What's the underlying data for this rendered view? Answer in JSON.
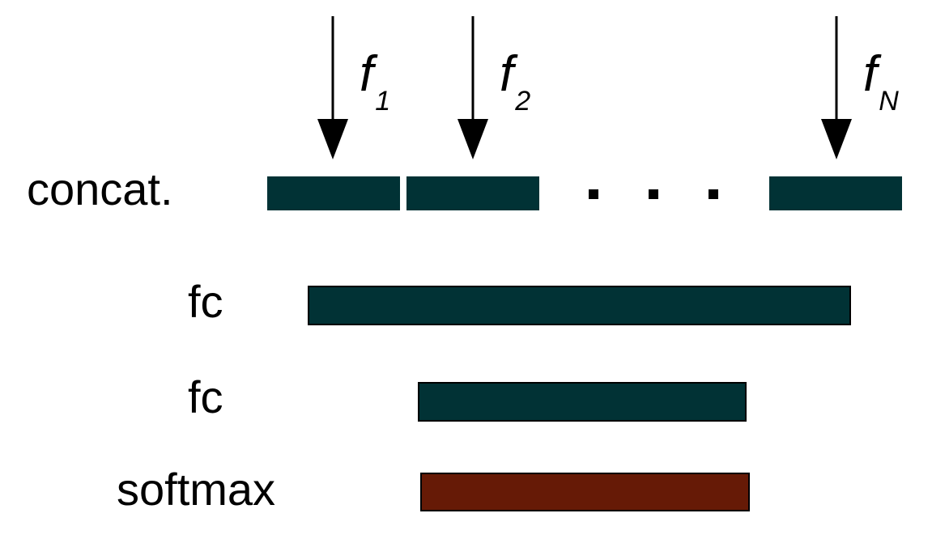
{
  "colors": {
    "feature_block": "#013235",
    "softmax_block": "#661a06",
    "line": "#000000"
  },
  "inputs": [
    {
      "symbol": "f",
      "subscript": "1"
    },
    {
      "symbol": "f",
      "subscript": "2"
    },
    {
      "symbol": "f",
      "subscript": "N"
    }
  ],
  "layers": {
    "concat_label": "concat.",
    "ellipsis": ". . .",
    "fc1_label": "fc",
    "fc2_label": "fc",
    "softmax_label": "softmax"
  }
}
